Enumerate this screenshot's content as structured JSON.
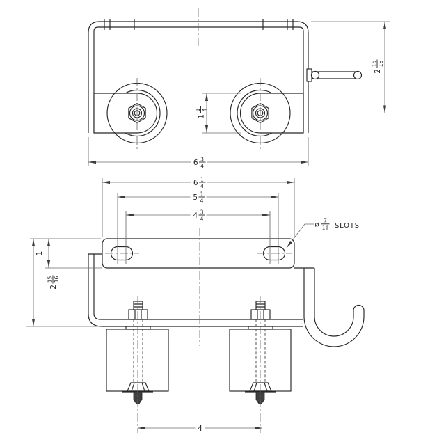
{
  "top_view": {
    "dim_width": {
      "whole": "6",
      "num": "3",
      "den": "4"
    },
    "dim_height": {
      "whole": "2",
      "num": "15",
      "den": "16"
    },
    "dim_strap": {
      "whole": "1",
      "num": "1",
      "den": "4"
    }
  },
  "front_view": {
    "dim_flange_width": {
      "whole": "6",
      "num": "1",
      "den": "4"
    },
    "dim_slot_outer": {
      "whole": "5",
      "num": "1",
      "den": "4"
    },
    "dim_slot_inner": {
      "whole": "4",
      "num": "3",
      "den": "4"
    },
    "dim_flange_height": {
      "whole": "1"
    },
    "dim_height": {
      "whole": "2",
      "num": "15",
      "den": "16"
    },
    "dim_bolt_spacing": {
      "whole": "4"
    },
    "slot_note": {
      "prefix": "ø",
      "num": "7",
      "den": "16",
      "label": "SLOTS"
    }
  },
  "colors": {
    "background": "#ffffff",
    "part_line": "#262626",
    "dim_line": "#6b6b6b",
    "text": "#1f1f1f"
  }
}
